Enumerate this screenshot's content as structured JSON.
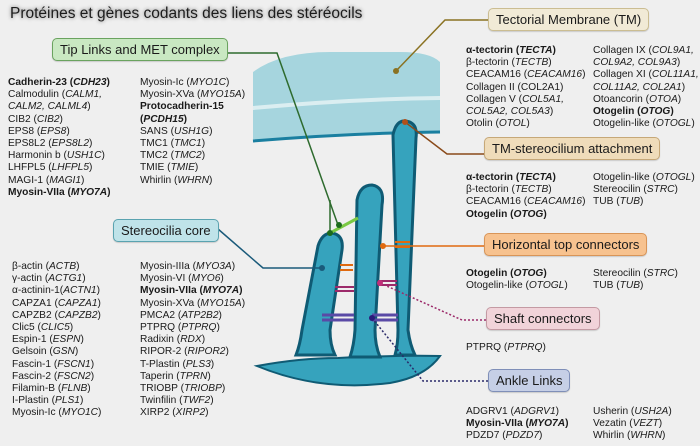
{
  "title": "Protéines et gènes codants des liens des stéréocils",
  "colors": {
    "background": "#efefef",
    "stereocilia": "#36a3bd",
    "stereocilia_outline": "#0f5b74",
    "tectorial": "#a6d5de",
    "tip_link": "#2e7d32",
    "tm_attachment": "#8a4a1a",
    "top_connectors": "#e06a10",
    "shaft": "#9c2a6a",
    "ankle": "#3d2f8a"
  },
  "boxes": {
    "tip_links": "Tip Links and MET complex",
    "tectorial_membrane": "Tectorial Membrane (TM)",
    "tm_attachment": "TM-stereocilium attachment",
    "horizontal_top": "Horizontal top connectors",
    "stereocilia_core": "Stereocilia core",
    "shaft_connectors": "Shaft connectors",
    "ankle_links": "Ankle Links"
  },
  "lists": {
    "tip_links_col1": [
      {
        "name": "Cadherin-23 (",
        "gene": "CDH23",
        "end": ")",
        "bold": true
      },
      {
        "name": "Calmodulin (",
        "gene": "CALM1,",
        "end": "",
        "bold": false
      },
      {
        "name": "",
        "gene": "CALM2, CALML4",
        "end": ")",
        "bold": false
      },
      {
        "name": "CIB2 (",
        "gene": "CIB2",
        "end": ")",
        "bold": false
      },
      {
        "name": "EPS8 (",
        "gene": "EPS8",
        "end": ")",
        "bold": false
      },
      {
        "name": "EPS8L2 (",
        "gene": "EPS8L2",
        "end": ")",
        "bold": false
      },
      {
        "name": "Harmonin b (",
        "gene": "USH1C",
        "end": ")",
        "bold": false
      },
      {
        "name": "LHFPL5 (",
        "gene": "LHFPL5",
        "end": ")",
        "bold": false
      },
      {
        "name": "MAGI-1 (",
        "gene": "MAGI1",
        "end": ")",
        "bold": false
      },
      {
        "name": "Myosin-VIIa (",
        "gene": "MYO7A",
        "end": ")",
        "bold": true
      }
    ],
    "tip_links_col2": [
      {
        "name": "Myosin-Ic (",
        "gene": "MYO1C",
        "end": ")",
        "bold": false
      },
      {
        "name": "Myosin-XVa (",
        "gene": "MYO15A",
        "end": ")",
        "bold": false
      },
      {
        "name": "Protocadherin-15",
        "gene": "",
        "end": "",
        "bold": true
      },
      {
        "name": "(",
        "gene": "PCDH15",
        "end": ")",
        "bold": true
      },
      {
        "name": "SANS (",
        "gene": "USH1G",
        "end": ")",
        "bold": false
      },
      {
        "name": "TMC1 (",
        "gene": "TMC1",
        "end": ")",
        "bold": false
      },
      {
        "name": "TMC2 (",
        "gene": "TMC2",
        "end": ")",
        "bold": false
      },
      {
        "name": "TMIE (",
        "gene": "TMIE",
        "end": ")",
        "bold": false
      },
      {
        "name": "Whirlin (",
        "gene": "WHRN",
        "end": ")",
        "bold": false
      }
    ],
    "tm_col1": [
      {
        "name": "α-tectorin (",
        "gene": "TECTA",
        "end": ")",
        "bold": true
      },
      {
        "name": "β-tectorin (",
        "gene": "TECTB",
        "end": ")",
        "bold": false
      },
      {
        "name": "CEACAM16 (",
        "gene": "CEACAM16",
        "end": ")",
        "bold": false
      },
      {
        "name": "Collagen II (COL2A1)",
        "gene": "",
        "end": "",
        "bold": false
      },
      {
        "name": "Collagen V (",
        "gene": "COL5A1,",
        "end": "",
        "bold": false
      },
      {
        "name": "",
        "gene": "COL5A2, COL5A3",
        "end": ")",
        "bold": false
      },
      {
        "name": "Otolin (",
        "gene": "OTOL",
        "end": ")",
        "bold": false
      }
    ],
    "tm_col2": [
      {
        "name": "Collagen IX (",
        "gene": "COL9A1,",
        "end": "",
        "bold": false
      },
      {
        "name": "",
        "gene": "COL9A2, COL9A3",
        "end": ")",
        "bold": false
      },
      {
        "name": "Collagen XI (",
        "gene": "COL11A1,",
        "end": "",
        "bold": false
      },
      {
        "name": "",
        "gene": "COL11A2, COL2A1",
        "end": ")",
        "bold": false
      },
      {
        "name": "Otoancorin (",
        "gene": "OTOA",
        "end": ")",
        "bold": false
      },
      {
        "name": "Otogelin (",
        "gene": "OTOG",
        "end": ")",
        "bold": true
      },
      {
        "name": "Otogelin-like (",
        "gene": "OTOGL",
        "end": ")",
        "bold": false
      }
    ],
    "tma_col1": [
      {
        "name": "α-tectorin (",
        "gene": "TECTA",
        "end": ")",
        "bold": true
      },
      {
        "name": "β-tectorin (",
        "gene": "TECTB",
        "end": ")",
        "bold": false
      },
      {
        "name": "CEACAM16 (",
        "gene": "CEACAM16",
        "end": ")",
        "bold": false
      },
      {
        "name": "Otogelin (",
        "gene": "OTOG",
        "end": ")",
        "bold": true
      }
    ],
    "tma_col2": [
      {
        "name": "Otogelin-like (",
        "gene": "OTOGL",
        "end": ")",
        "bold": false
      },
      {
        "name": "Stereocilin (",
        "gene": "STRC",
        "end": ")",
        "bold": false
      },
      {
        "name": "TUB (",
        "gene": "TUB",
        "end": ")",
        "bold": false
      }
    ],
    "htc_col1": [
      {
        "name": "Otogelin (",
        "gene": "OTOG",
        "end": ")",
        "bold": true
      },
      {
        "name": "Otogelin-like (",
        "gene": "OTOGL",
        "end": ")",
        "bold": false
      }
    ],
    "htc_col2": [
      {
        "name": "Stereocilin (",
        "gene": "STRC",
        "end": ")",
        "bold": false
      },
      {
        "name": "TUB (",
        "gene": "TUB",
        "end": ")",
        "bold": false
      }
    ],
    "shaft_col1": [
      {
        "name": "PTPRQ (",
        "gene": "PTPRQ",
        "end": ")",
        "bold": false
      }
    ],
    "ankle_col1": [
      {
        "name": "ADGRV1 (",
        "gene": "ADGRV1",
        "end": ")",
        "bold": false
      },
      {
        "name": "Myosin-VIIa (",
        "gene": "MYO7A",
        "end": ")",
        "bold": true
      },
      {
        "name": "PDZD7 (",
        "gene": "PDZD7",
        "end": ")",
        "bold": false
      }
    ],
    "ankle_col2": [
      {
        "name": "Usherin (",
        "gene": "USH2A",
        "end": ")",
        "bold": false
      },
      {
        "name": "Vezatin (",
        "gene": "VEZT",
        "end": ")",
        "bold": false
      },
      {
        "name": "Whirlin (",
        "gene": "WHRN",
        "end": ")",
        "bold": false
      }
    ],
    "core_col1": [
      {
        "name": "β-actin (",
        "gene": "ACTB",
        "end": ")",
        "bold": false
      },
      {
        "name": "γ-actin (",
        "gene": "ACTG1",
        "end": ")",
        "bold": false
      },
      {
        "name": "α-actinin-1(",
        "gene": "ACTN1",
        "end": ")",
        "bold": false
      },
      {
        "name": "CAPZA1 (",
        "gene": "CAPZA1",
        "end": ")",
        "bold": false
      },
      {
        "name": "CAPZB2 (",
        "gene": "CAPZB2",
        "end": ")",
        "bold": false
      },
      {
        "name": "Clic5 (",
        "gene": "CLIC5",
        "end": ")",
        "bold": false
      },
      {
        "name": "Espin-1 (",
        "gene": "ESPN",
        "end": ")",
        "bold": false
      },
      {
        "name": "Gelsoin (",
        "gene": "GSN",
        "end": ")",
        "bold": false
      },
      {
        "name": "Fascin-1 (",
        "gene": "FSCN1",
        "end": ")",
        "bold": false
      },
      {
        "name": "Fascin-2 (",
        "gene": "FSCN2",
        "end": ")",
        "bold": false
      },
      {
        "name": "Filamin-B (",
        "gene": "FLNB",
        "end": ")",
        "bold": false
      },
      {
        "name": "I-Plastin (",
        "gene": "PLS1",
        "end": ")",
        "bold": false
      },
      {
        "name": "Myosin-Ic (",
        "gene": "MYO1C",
        "end": ")",
        "bold": false
      }
    ],
    "core_col2": [
      {
        "name": "Myosin-IIIa (",
        "gene": "MYO3A",
        "end": ")",
        "bold": false
      },
      {
        "name": "Myosin-VI (",
        "gene": "MYO6",
        "end": ")",
        "bold": false
      },
      {
        "name": "Myosin-VIIa (",
        "gene": "MYO7A",
        "end": ")",
        "bold": true
      },
      {
        "name": "Myosin-XVa (",
        "gene": "MYO15A",
        "end": ")",
        "bold": false
      },
      {
        "name": "PMCA2 (",
        "gene": "ATP2B2",
        "end": ")",
        "bold": false
      },
      {
        "name": "PTPRQ (",
        "gene": "PTPRQ",
        "end": ")",
        "bold": false
      },
      {
        "name": "Radixin (",
        "gene": "RDX",
        "end": ")",
        "bold": false
      },
      {
        "name": "RIPOR-2 (",
        "gene": "RIPOR2",
        "end": ")",
        "bold": false
      },
      {
        "name": "T-Plastin (",
        "gene": "PLS3",
        "end": ")",
        "bold": false
      },
      {
        "name": "Taperin (",
        "gene": "TPRN",
        "end": ")",
        "bold": false
      },
      {
        "name": "TRIOBP (",
        "gene": "TRIOBP",
        "end": ")",
        "bold": false
      },
      {
        "name": "Twinfilin (",
        "gene": "TWF2",
        "end": ")",
        "bold": false
      },
      {
        "name": "XIRP2 (",
        "gene": "XIRP2",
        "end": ")",
        "bold": false
      }
    ]
  }
}
